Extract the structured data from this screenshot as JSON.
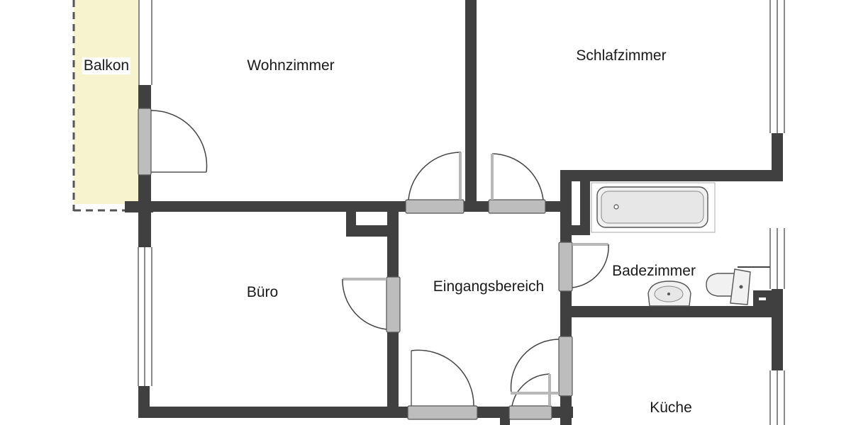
{
  "floorplan": {
    "colors": {
      "wall": "#404040",
      "door_leaf": "#bdbdbd",
      "balcony": "#f8f3cf",
      "background": "#ffffff"
    },
    "rooms": [
      {
        "id": "balkon",
        "label": "Balkon"
      },
      {
        "id": "wohnzimmer",
        "label": "Wohnzimmer"
      },
      {
        "id": "schlafzimmer",
        "label": "Schlafzimmer"
      },
      {
        "id": "buero",
        "label": "Büro"
      },
      {
        "id": "eingangsbereich",
        "label": "Eingangsbereich"
      },
      {
        "id": "badezimmer",
        "label": "Badezimmer"
      },
      {
        "id": "kueche",
        "label": "Küche"
      }
    ]
  }
}
